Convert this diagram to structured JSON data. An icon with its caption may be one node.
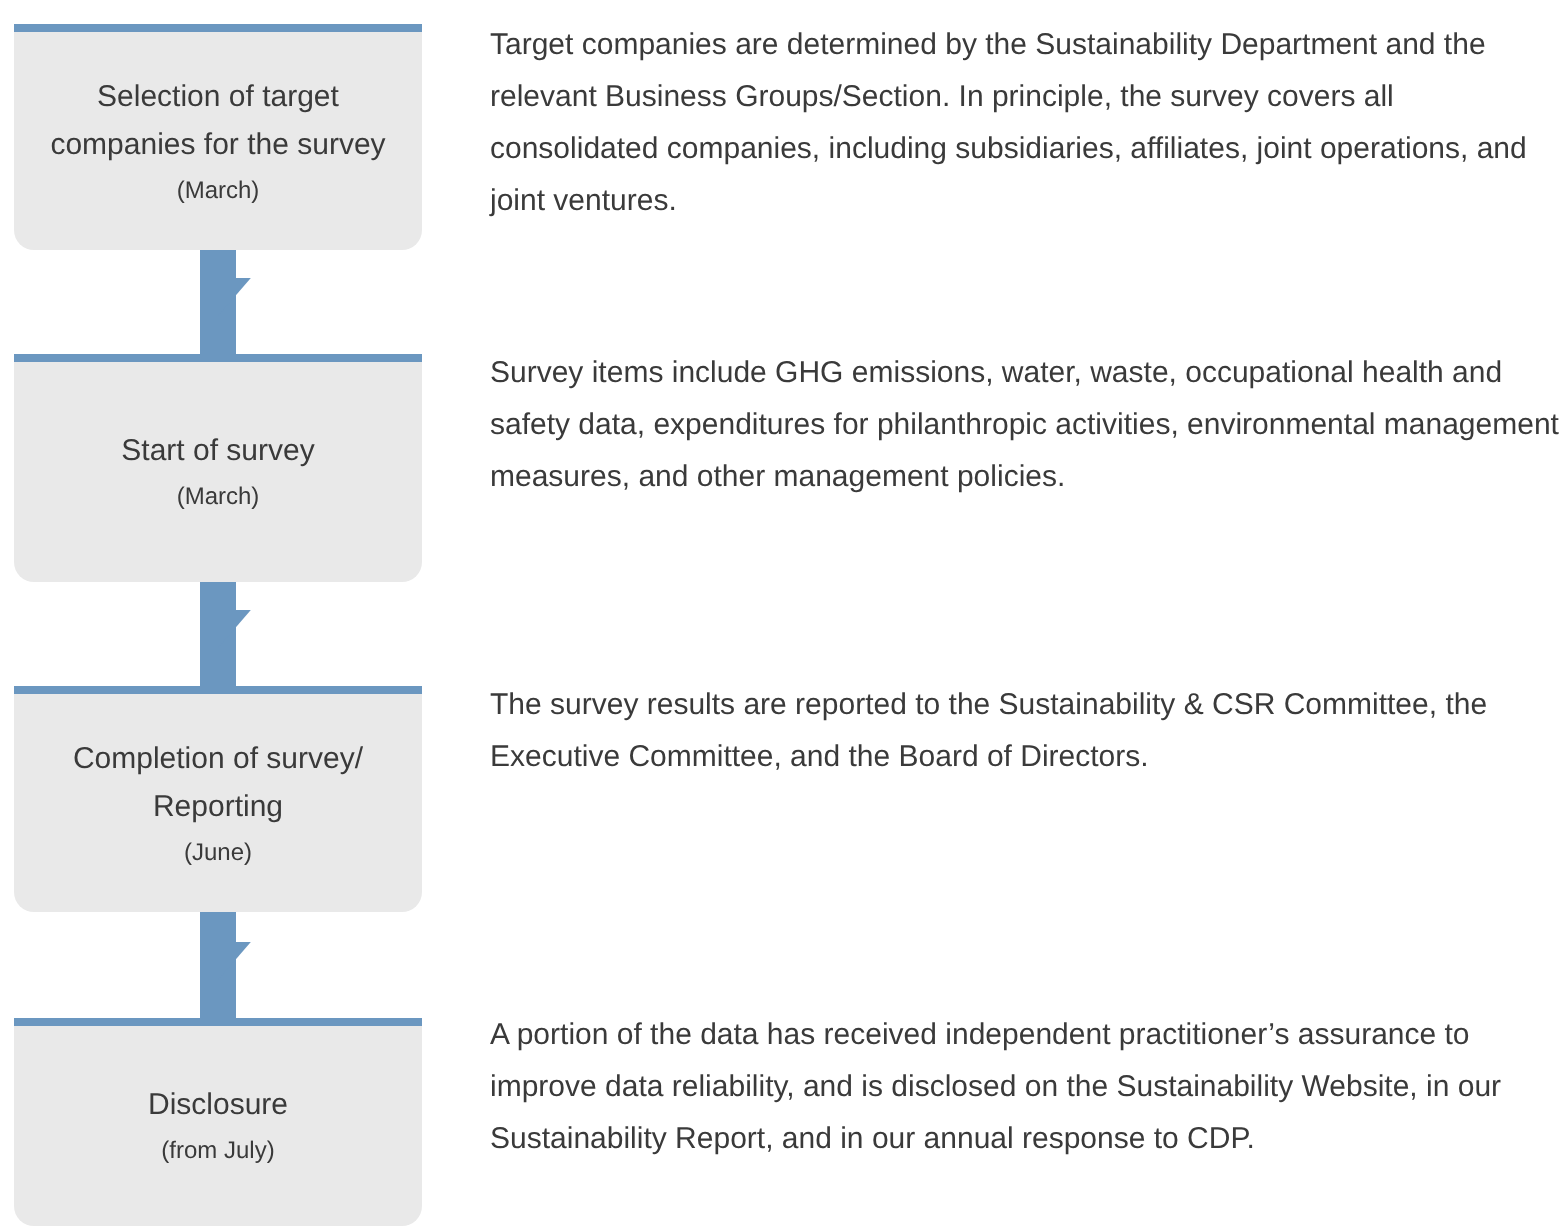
{
  "diagram": {
    "nodes": [
      {
        "text": [
          "Selection of target companies for the survey",
          "(March)"
        ],
        "beside": [
          "Target companies are determined by the Sustainability Department and the relevant Business Groups/Section. In principle, the survey covers all consolidated companies, including subsidiaries, affiliates, joint operations, and joint ventures."
        ]
      },
      {
        "text": [
          "Start of survey",
          "(March)"
        ],
        "beside": [
          "Survey items include GHG emissions, water, waste, occupational health and safety data, expenditures for philanthropic activities, environmental management measures, and other management policies."
        ]
      },
      {
        "text": [
          "Completion of survey/ Reporting",
          "(June)"
        ],
        "beside": [
          "The survey results are reported to the Sustainability & CSR Committee, the Executive Committee, and the Board of Directors."
        ]
      },
      {
        "text": [
          "Disclosure",
          "(from July)"
        ],
        "beside": [
          "A portion of the data has received independent practitioner’s assurance to improve data reliability, and is disclosed on the Sustainability Website, in our Sustainability Report, and in our annual response to CDP."
        ]
      }
    ],
    "edges": [
      {
        "from": 0,
        "to": 1,
        "arrow": "to"
      },
      {
        "from": 1,
        "to": 2,
        "arrow": "to"
      },
      {
        "from": 2,
        "to": 3,
        "arrow": "to"
      }
    ]
  }
}
